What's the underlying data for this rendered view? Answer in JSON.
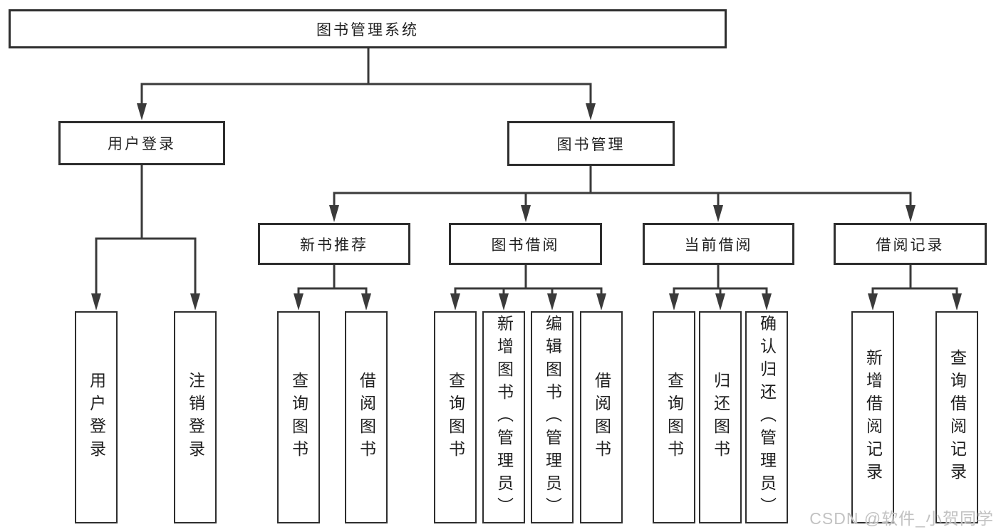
{
  "root": {
    "label": "图书管理系统"
  },
  "branches": [
    {
      "label": "用户登录",
      "leaves": [
        {
          "label": "用户登录"
        },
        {
          "label": "注销登录"
        }
      ]
    },
    {
      "label": "图书管理",
      "groups": [
        {
          "label": "新书推荐",
          "leaves": [
            {
              "label": "查询图书"
            },
            {
              "label": "借阅图书"
            }
          ]
        },
        {
          "label": "图书借阅",
          "leaves": [
            {
              "label": "查询图书"
            },
            {
              "label": "新增图书（管理员）"
            },
            {
              "label": "编辑图书（管理员）"
            },
            {
              "label": "借阅图书"
            }
          ]
        },
        {
          "label": "当前借阅",
          "leaves": [
            {
              "label": "查询图书"
            },
            {
              "label": "归还图书"
            },
            {
              "label": "确认归还（管理员）"
            }
          ]
        },
        {
          "label": "借阅记录",
          "leaves": [
            {
              "label": "新增借阅记录"
            },
            {
              "label": "查询借阅记录"
            }
          ]
        }
      ]
    }
  ],
  "watermark": {
    "text": "CSDN @软件_小贺同学"
  },
  "colors": {
    "line": "#3a3a3a",
    "border": "#2e2e2e",
    "text": "#1f1f1f",
    "watermark": "#c2c2c2",
    "background": "#ffffff"
  }
}
